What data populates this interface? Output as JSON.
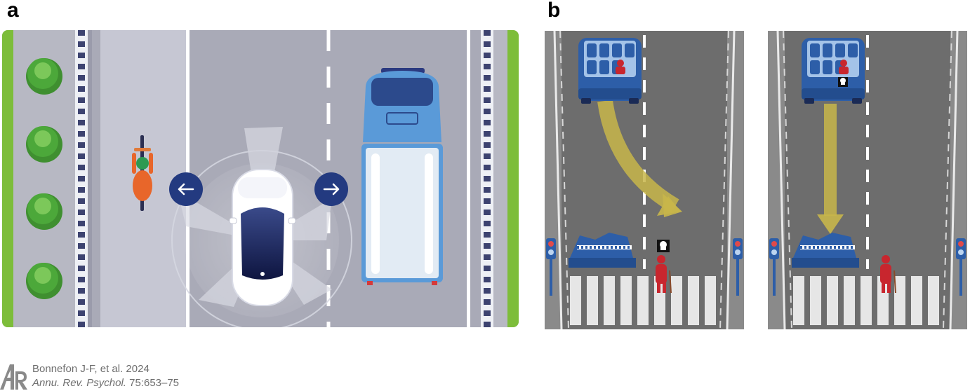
{
  "panels": {
    "a": {
      "label": "a"
    },
    "b": {
      "label": "b"
    }
  },
  "credit": {
    "citation": "Bonnefon J-F, et al. 2024",
    "journal": "Annu. Rev. Psychol.",
    "volume_pages": " 75:653–75",
    "logo_icon": "annual-reviews-logo"
  },
  "colors": {
    "road": "#a9aab7",
    "grass": "#7dbd3a",
    "bush": "#4ca83a",
    "arrow_circle": "#233a80",
    "dark_road": "#6d6d6d",
    "barrier_blue": "#2d5ea8",
    "pedestrian_red": "#c8262e",
    "trajectory_yellow": "#c8b64a"
  }
}
